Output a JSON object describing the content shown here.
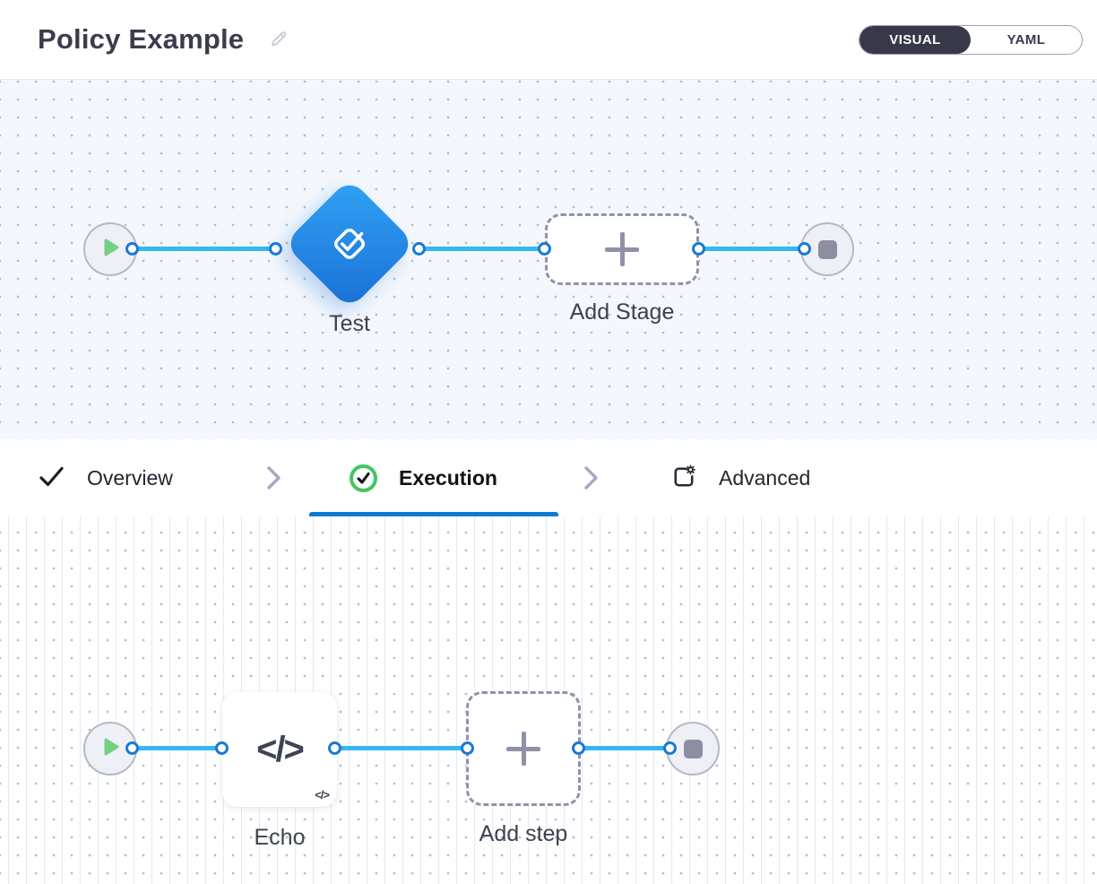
{
  "header": {
    "title": "Policy Example",
    "edit_icon": "pencil-icon",
    "view_toggle": {
      "options": [
        "VISUAL",
        "YAML"
      ],
      "selected": "VISUAL"
    }
  },
  "stage_pipeline": {
    "start_icon": "play-icon",
    "end_icon": "stop-icon",
    "stage_icon": "check-box-icon",
    "stage_name": "Test",
    "add_stage_label": "Add Stage"
  },
  "tabs": [
    {
      "label": "Overview",
      "icon": "check-icon",
      "state": "completed"
    },
    {
      "label": "Execution",
      "icon": "check-circle-icon",
      "state": "active"
    },
    {
      "label": "Advanced",
      "icon": "settings-page-icon",
      "state": "default"
    }
  ],
  "step_pipeline": {
    "start_icon": "play-icon",
    "end_icon": "stop-icon",
    "step_icon": "code-icon",
    "step_name": "Echo",
    "code_glyph": "</>",
    "add_step_label": "Add step"
  },
  "colors": {
    "accent_blue": "#0b7bd4",
    "edge_blue": "#35b7f0",
    "stage_gradient_start": "#31a3f5",
    "stage_gradient_end": "#1a6fd6",
    "success_green": "#40c661",
    "toggle_dark": "#373948",
    "play_green": "#74d083",
    "canvas_tint": "#f4f8fc"
  }
}
